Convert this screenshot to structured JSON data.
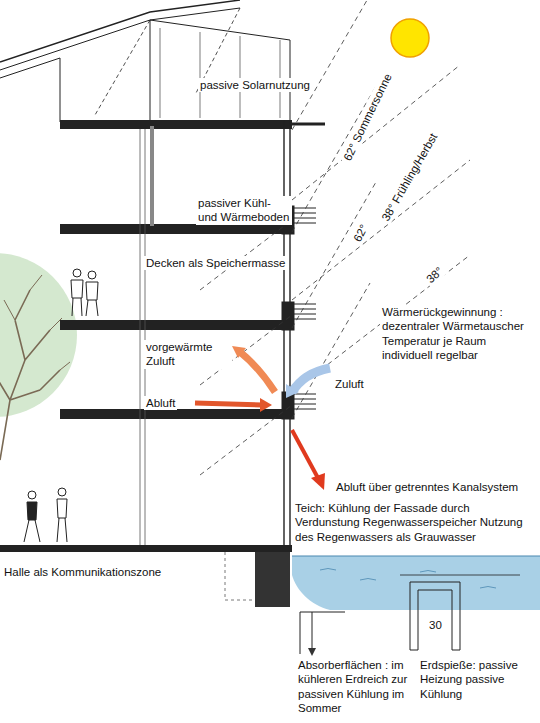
{
  "diagram": {
    "labels": [
      "passive Solarnutzung",
      "62° Sommersonne",
      "38° Frühling/Herbst",
      "passiver Kühl- und Wärmeboden",
      "Decken als Speichermasse",
      "62°",
      "38°",
      "Wärmerückgewinnung : dezentraler Wärmetauscher Temperatur je Raum individuell regelbar",
      "vorgewärmte Zuluft",
      "Zuluft",
      "Abluft",
      "Abluft über getrenntes Kanalsystem",
      "Teich: Kühlung der Fassade durch Verdunstung Regenwasserspeicher Nutzung des Regenwassers als Grauwasser",
      "Halle als Kommunikationszone",
      "30",
      "Absorberflächen : im kühleren Erdreich zur passiven Kühlung im Sommer",
      "Erdspieße: passive Heizung passive Kühlung"
    ]
  }
}
